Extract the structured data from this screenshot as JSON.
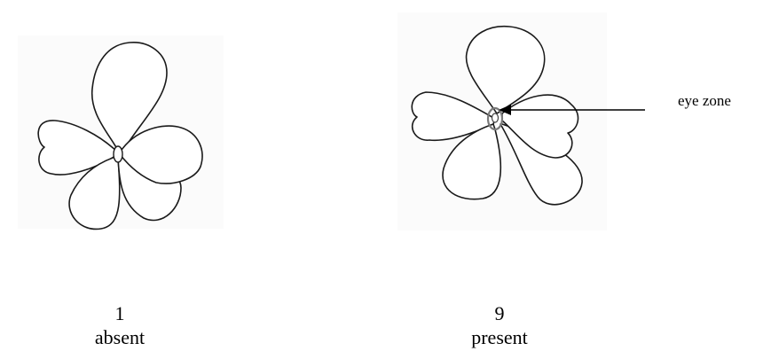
{
  "annotations": {
    "eye_zone": "eye zone"
  },
  "states": [
    {
      "score": "1",
      "description": "absent"
    },
    {
      "score": "9",
      "description": "present"
    }
  ]
}
